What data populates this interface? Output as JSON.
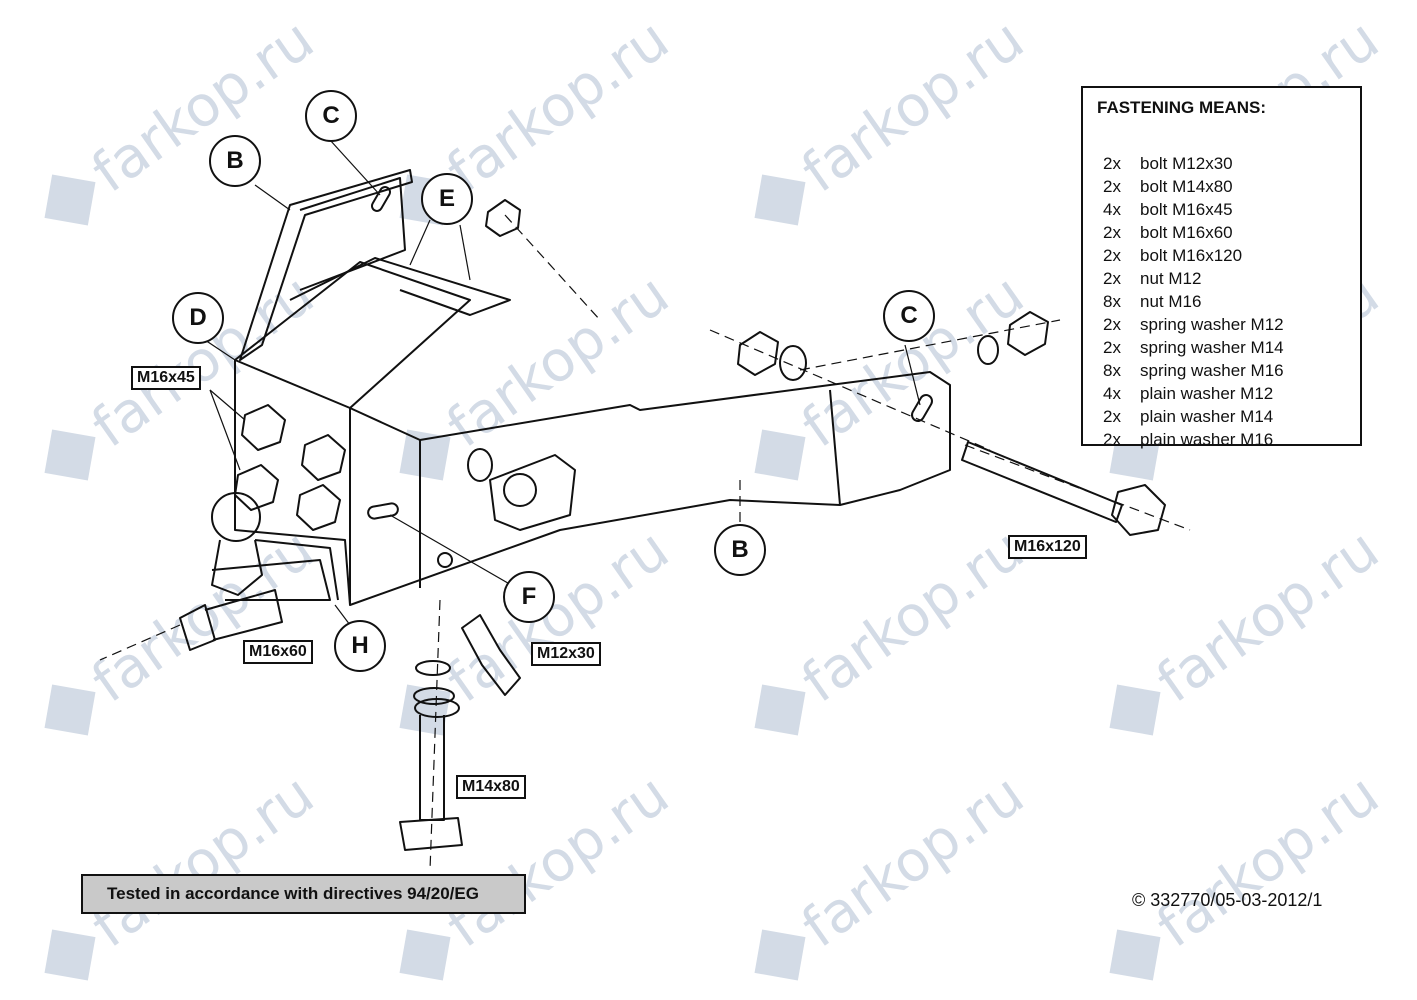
{
  "watermark": {
    "text": "farkop.ru",
    "color": "#d3dbe6"
  },
  "part_labels": [
    "C",
    "B",
    "E",
    "D",
    "C",
    "B",
    "F",
    "H"
  ],
  "bolt_tags": [
    "M16x45",
    "M16x120",
    "M16x60",
    "M12x30",
    "M14x80"
  ],
  "fastening_means": {
    "title": "FASTENING MEANS:",
    "items": [
      {
        "qty": "2x",
        "name": "bolt M12x30"
      },
      {
        "qty": "2x",
        "name": "bolt M14x80"
      },
      {
        "qty": "4x",
        "name": "bolt M16x45"
      },
      {
        "qty": "2x",
        "name": "bolt M16x60"
      },
      {
        "qty": "2x",
        "name": "bolt M16x120"
      },
      {
        "qty": "2x",
        "name": "nut M12"
      },
      {
        "qty": "8x",
        "name": "nut M16"
      },
      {
        "qty": "2x",
        "name": "spring washer M12"
      },
      {
        "qty": "2x",
        "name": "spring washer M14"
      },
      {
        "qty": "8x",
        "name": "spring washer M16"
      },
      {
        "qty": "4x",
        "name": "plain washer M12"
      },
      {
        "qty": "2x",
        "name": "plain washer M14"
      },
      {
        "qty": "2x",
        "name": "plain washer M16"
      }
    ]
  },
  "note": "Tested in accordance with directives 94/20/EG",
  "copyright": "© 332770/05-03-2012/1"
}
